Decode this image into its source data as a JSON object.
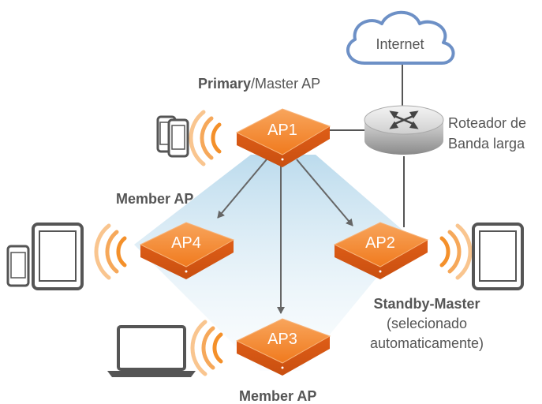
{
  "internet": {
    "label": "Internet"
  },
  "router": {
    "line1": "Roteador de",
    "line2": "Banda larga"
  },
  "primary_label": {
    "bold": "Primary",
    "rest": "/Master AP"
  },
  "member_ap4_label": "Member AP",
  "member_ap3_label": "Member AP",
  "standby": {
    "line1": "Standby-Master",
    "line2": "(selecionado",
    "line3": "automaticamente)"
  },
  "aps": {
    "ap1": "AP1",
    "ap2": "AP2",
    "ap3": "AP3",
    "ap4": "AP4"
  },
  "colors": {
    "ap_orange": "#f07a1e",
    "ap_top": "#f59a4a",
    "signal_orange": "#f4902a",
    "signal_light": "#f8c08a",
    "device_gray": "#555555",
    "cloud_blue": "#6d90c6",
    "coverage_blue": "#c8e2f0"
  }
}
